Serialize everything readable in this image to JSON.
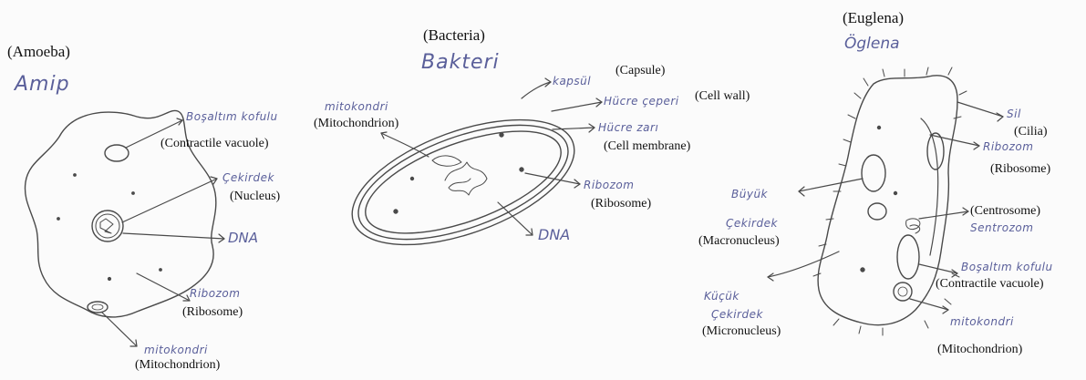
{
  "amoeba": {
    "title": "(Amoeba)",
    "handwritten_title": "Amip",
    "labels": {
      "contractile_vacuole": "(Contractile vacuole)",
      "nucleus": "(Nucleus)",
      "ribosome": "(Ribosome)",
      "mitochondrion": "(Mitochondrion)"
    },
    "handwritten": {
      "contractile_vacuole": "Boşaltım kofulu",
      "nucleus": "Çekirdek",
      "dna": "DNA",
      "ribosome": "Ribozom",
      "mitochondrion": "mitokondri"
    }
  },
  "bacteria": {
    "title": "(Bacteria)",
    "handwritten_title": "Bakteri",
    "labels": {
      "mitochondrion": "(Mitochondrion)",
      "capsule": "(Capsule)",
      "cell_wall": "(Cell wall)",
      "cell_membrane": "(Cell membrane)",
      "ribosome": "(Ribosome)"
    },
    "handwritten": {
      "mitochondrion": "mitokondri",
      "capsule": "kapsül",
      "cell_wall": "Hücre çeperi",
      "cell_membrane": "Hücre zarı",
      "ribosome": "Ribozom",
      "dna": "DNA"
    }
  },
  "euglena": {
    "title": "(Euglena)",
    "handwritten_title": "Öglena",
    "labels": {
      "cilia": "(Cilia)",
      "ribosome": "(Ribosome)",
      "centrosome": "(Centrosome)",
      "macronucleus": "(Macronucleus)",
      "contractile_vacuole": "(Contractile vacuole)",
      "micronucleus": "(Micronucleus)",
      "mitochondrion": "(Mitochondrion)"
    },
    "handwritten": {
      "cilia": "Sil",
      "ribosome": "Ribozom",
      "macronucleus_a": "Büyük",
      "macronucleus_b": "Çekirdek",
      "centrosome": "Sentrozom",
      "contractile_vacuole": "Boşaltım kofulu",
      "micronucleus_a": "Küçük",
      "micronucleus_b": "Çekirdek",
      "mitochondrion": "mitokondri"
    }
  },
  "colors": {
    "ink": "#5a5f9a",
    "pencil": "#4a4a4a",
    "print": "#111111"
  }
}
